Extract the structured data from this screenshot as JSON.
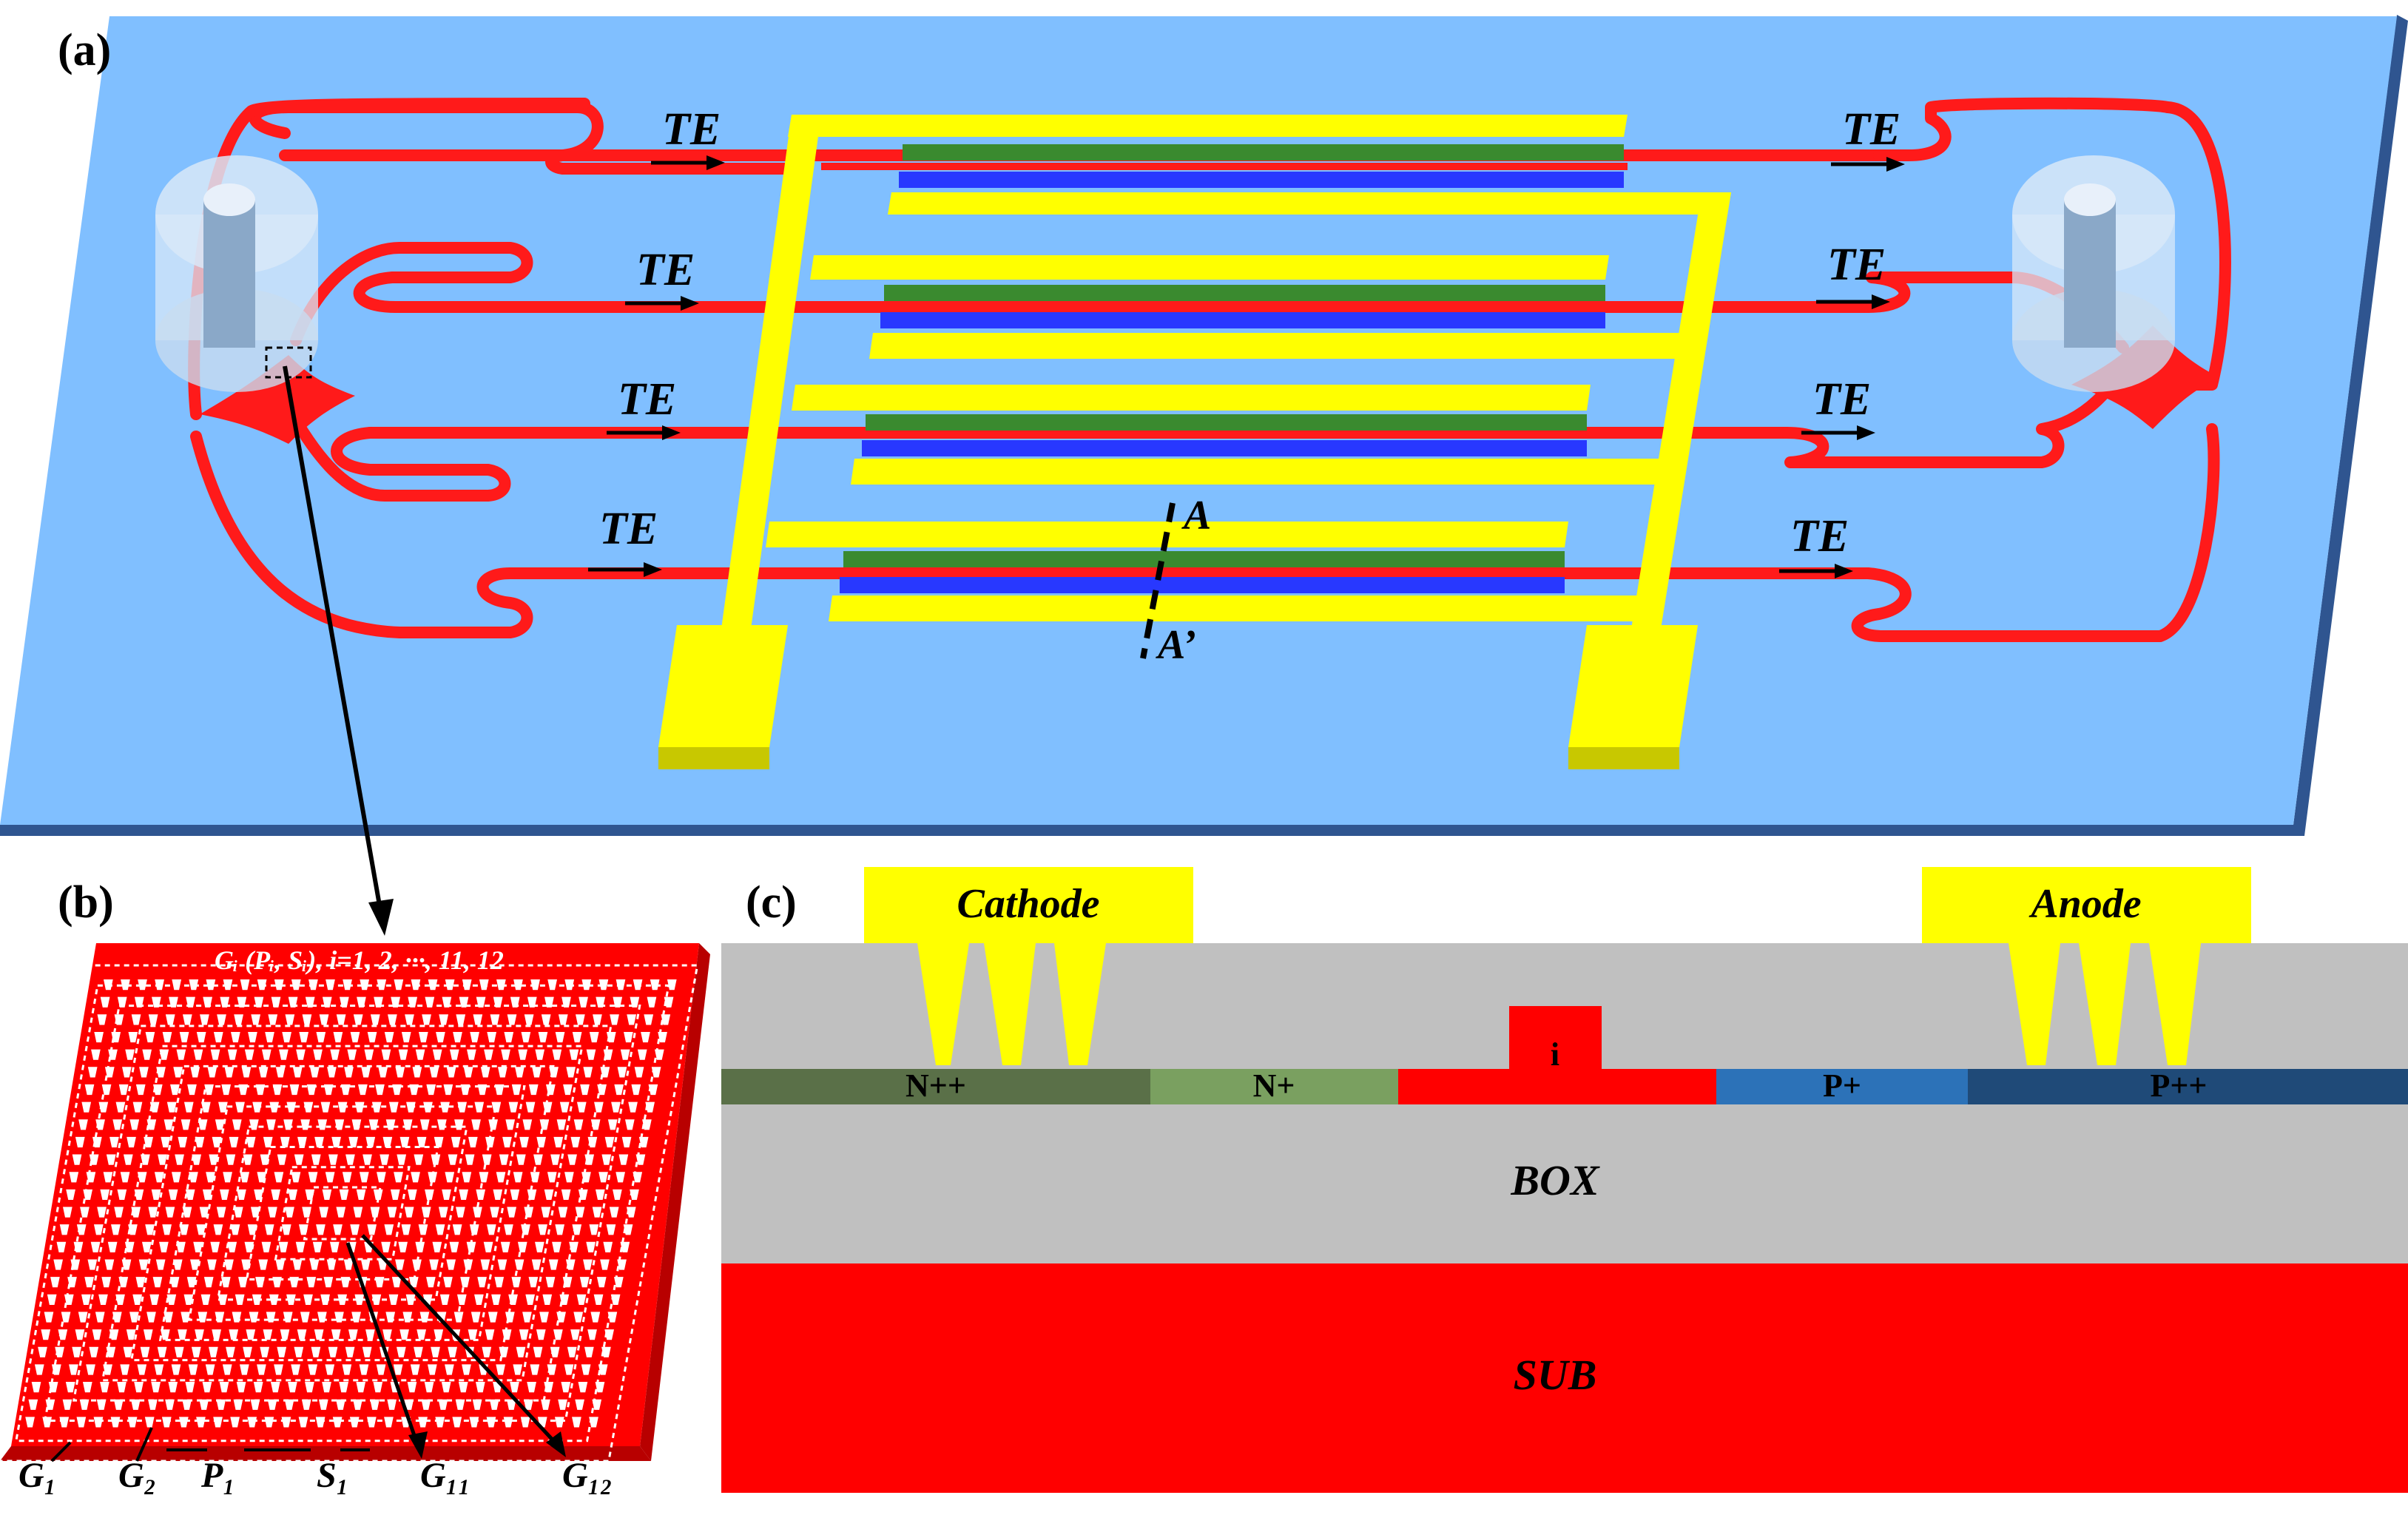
{
  "panels": {
    "a": {
      "label": "(a)"
    },
    "b": {
      "label": "(b)"
    },
    "c": {
      "label": "(c)"
    }
  },
  "panel_a": {
    "te_label": "TE",
    "section_top": "A",
    "section_bottom": "A’"
  },
  "panel_b": {
    "caption_main": "Gᵢ (Pᵢ, Sᵢ), i=1, 2, ···, 11, 12",
    "labels": {
      "g1": "G₁",
      "g2": "G₂",
      "p1": "P₁",
      "s1": "S₁",
      "g11": "G₁₁",
      "g12": "G₁₂"
    }
  },
  "panel_c": {
    "cathode": "Cathode",
    "anode": "Anode",
    "regions": {
      "npp": "N++",
      "np": "N+",
      "i": "i",
      "pp": "P+",
      "ppp": "P++"
    },
    "box": "BOX",
    "sub": "SUB"
  },
  "colors": {
    "substrate_blue": "#80bfff",
    "substrate_edge": "#2f5590",
    "waveguide_red": "#ff1a1a",
    "electrode_yellow": "#ffff00",
    "electrode_shadow": "#c8c800",
    "region_green": "#3a8a2f",
    "region_blue": "#2838ff",
    "oxide_gray": "#c0c0c0",
    "npp": "#5a7048",
    "np": "#7aa060",
    "pp": "#2c72b8",
    "ppp": "#1f4a78",
    "sub_red": "#ff0000"
  }
}
